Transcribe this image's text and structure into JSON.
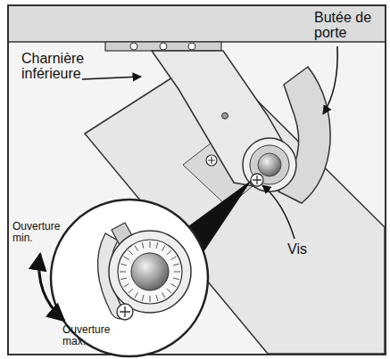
{
  "diagram": {
    "labels": [
      "Charnière inférieure",
      "Butée de porte",
      "Vis",
      "Ouverture min.",
      "Ouverture max."
    ]
  }
}
